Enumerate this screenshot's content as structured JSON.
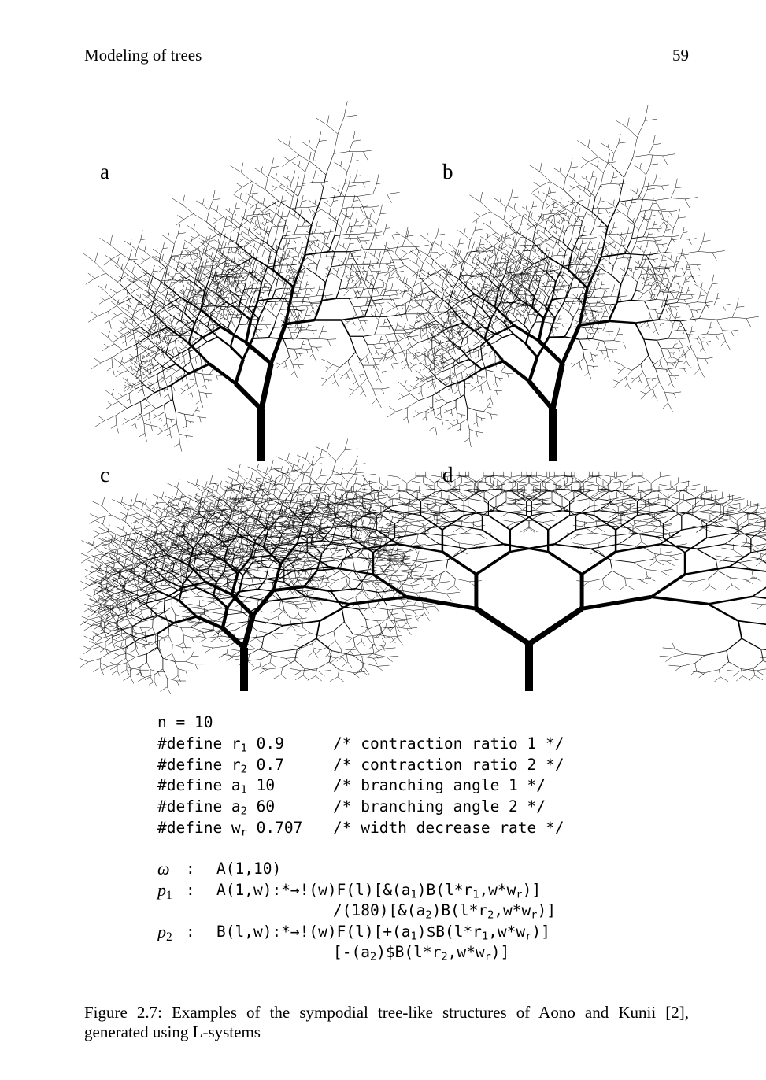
{
  "header": {
    "title": "Modeling of trees",
    "page_number": "59"
  },
  "figure": {
    "panel_labels": [
      "a",
      "b",
      "c",
      "d"
    ],
    "defines": [
      {
        "text": "n = 10"
      },
      {
        "keyword": "#define ",
        "name": "r",
        "sub": "1",
        "value": " 0.9",
        "comment": "/* contraction ratio 1 */"
      },
      {
        "keyword": "#define ",
        "name": "r",
        "sub": "2",
        "value": " 0.7",
        "comment": "/* contraction ratio 2 */"
      },
      {
        "keyword": "#define ",
        "name": "a",
        "sub": "1",
        "value": " 10",
        "comment": "/* branching angle 1 */"
      },
      {
        "keyword": "#define ",
        "name": "a",
        "sub": "2",
        "value": " 60",
        "comment": "/* branching angle 2 */"
      },
      {
        "keyword": "#define ",
        "name": "w",
        "sub": "r",
        "value": " 0.707",
        "comment": "/* width decrease rate */"
      }
    ],
    "rules": {
      "omega": {
        "label": "ω",
        "colon": ":",
        "body": "A(1,10)"
      },
      "p1": {
        "label": "p",
        "sub": "1",
        "colon": ":",
        "line1": [
          "A(1,w):*→!(w)F(l)[&(a",
          "1",
          ")B(l*r",
          "1",
          ",w*w",
          "r",
          ")]"
        ],
        "line2": [
          "/(180)[&(a",
          "2",
          ")B(l*r",
          "2",
          ",w*w",
          "r",
          ")]"
        ]
      },
      "p2": {
        "label": "p",
        "sub": "2",
        "colon": ":",
        "line1": [
          "B(l,w):*→!(w)F(l)[+(a",
          "1",
          ")$B(l*r",
          "1",
          ",w*w",
          "r",
          ")]"
        ],
        "line2": [
          "[-(a",
          "2",
          ")$B(l*r",
          "2",
          ",w*w",
          "r",
          ")]"
        ]
      }
    },
    "caption": "Figure 2.7:  Examples of the sympodial tree-like structures of Aono and Kunii [2], generated using L-systems"
  }
}
